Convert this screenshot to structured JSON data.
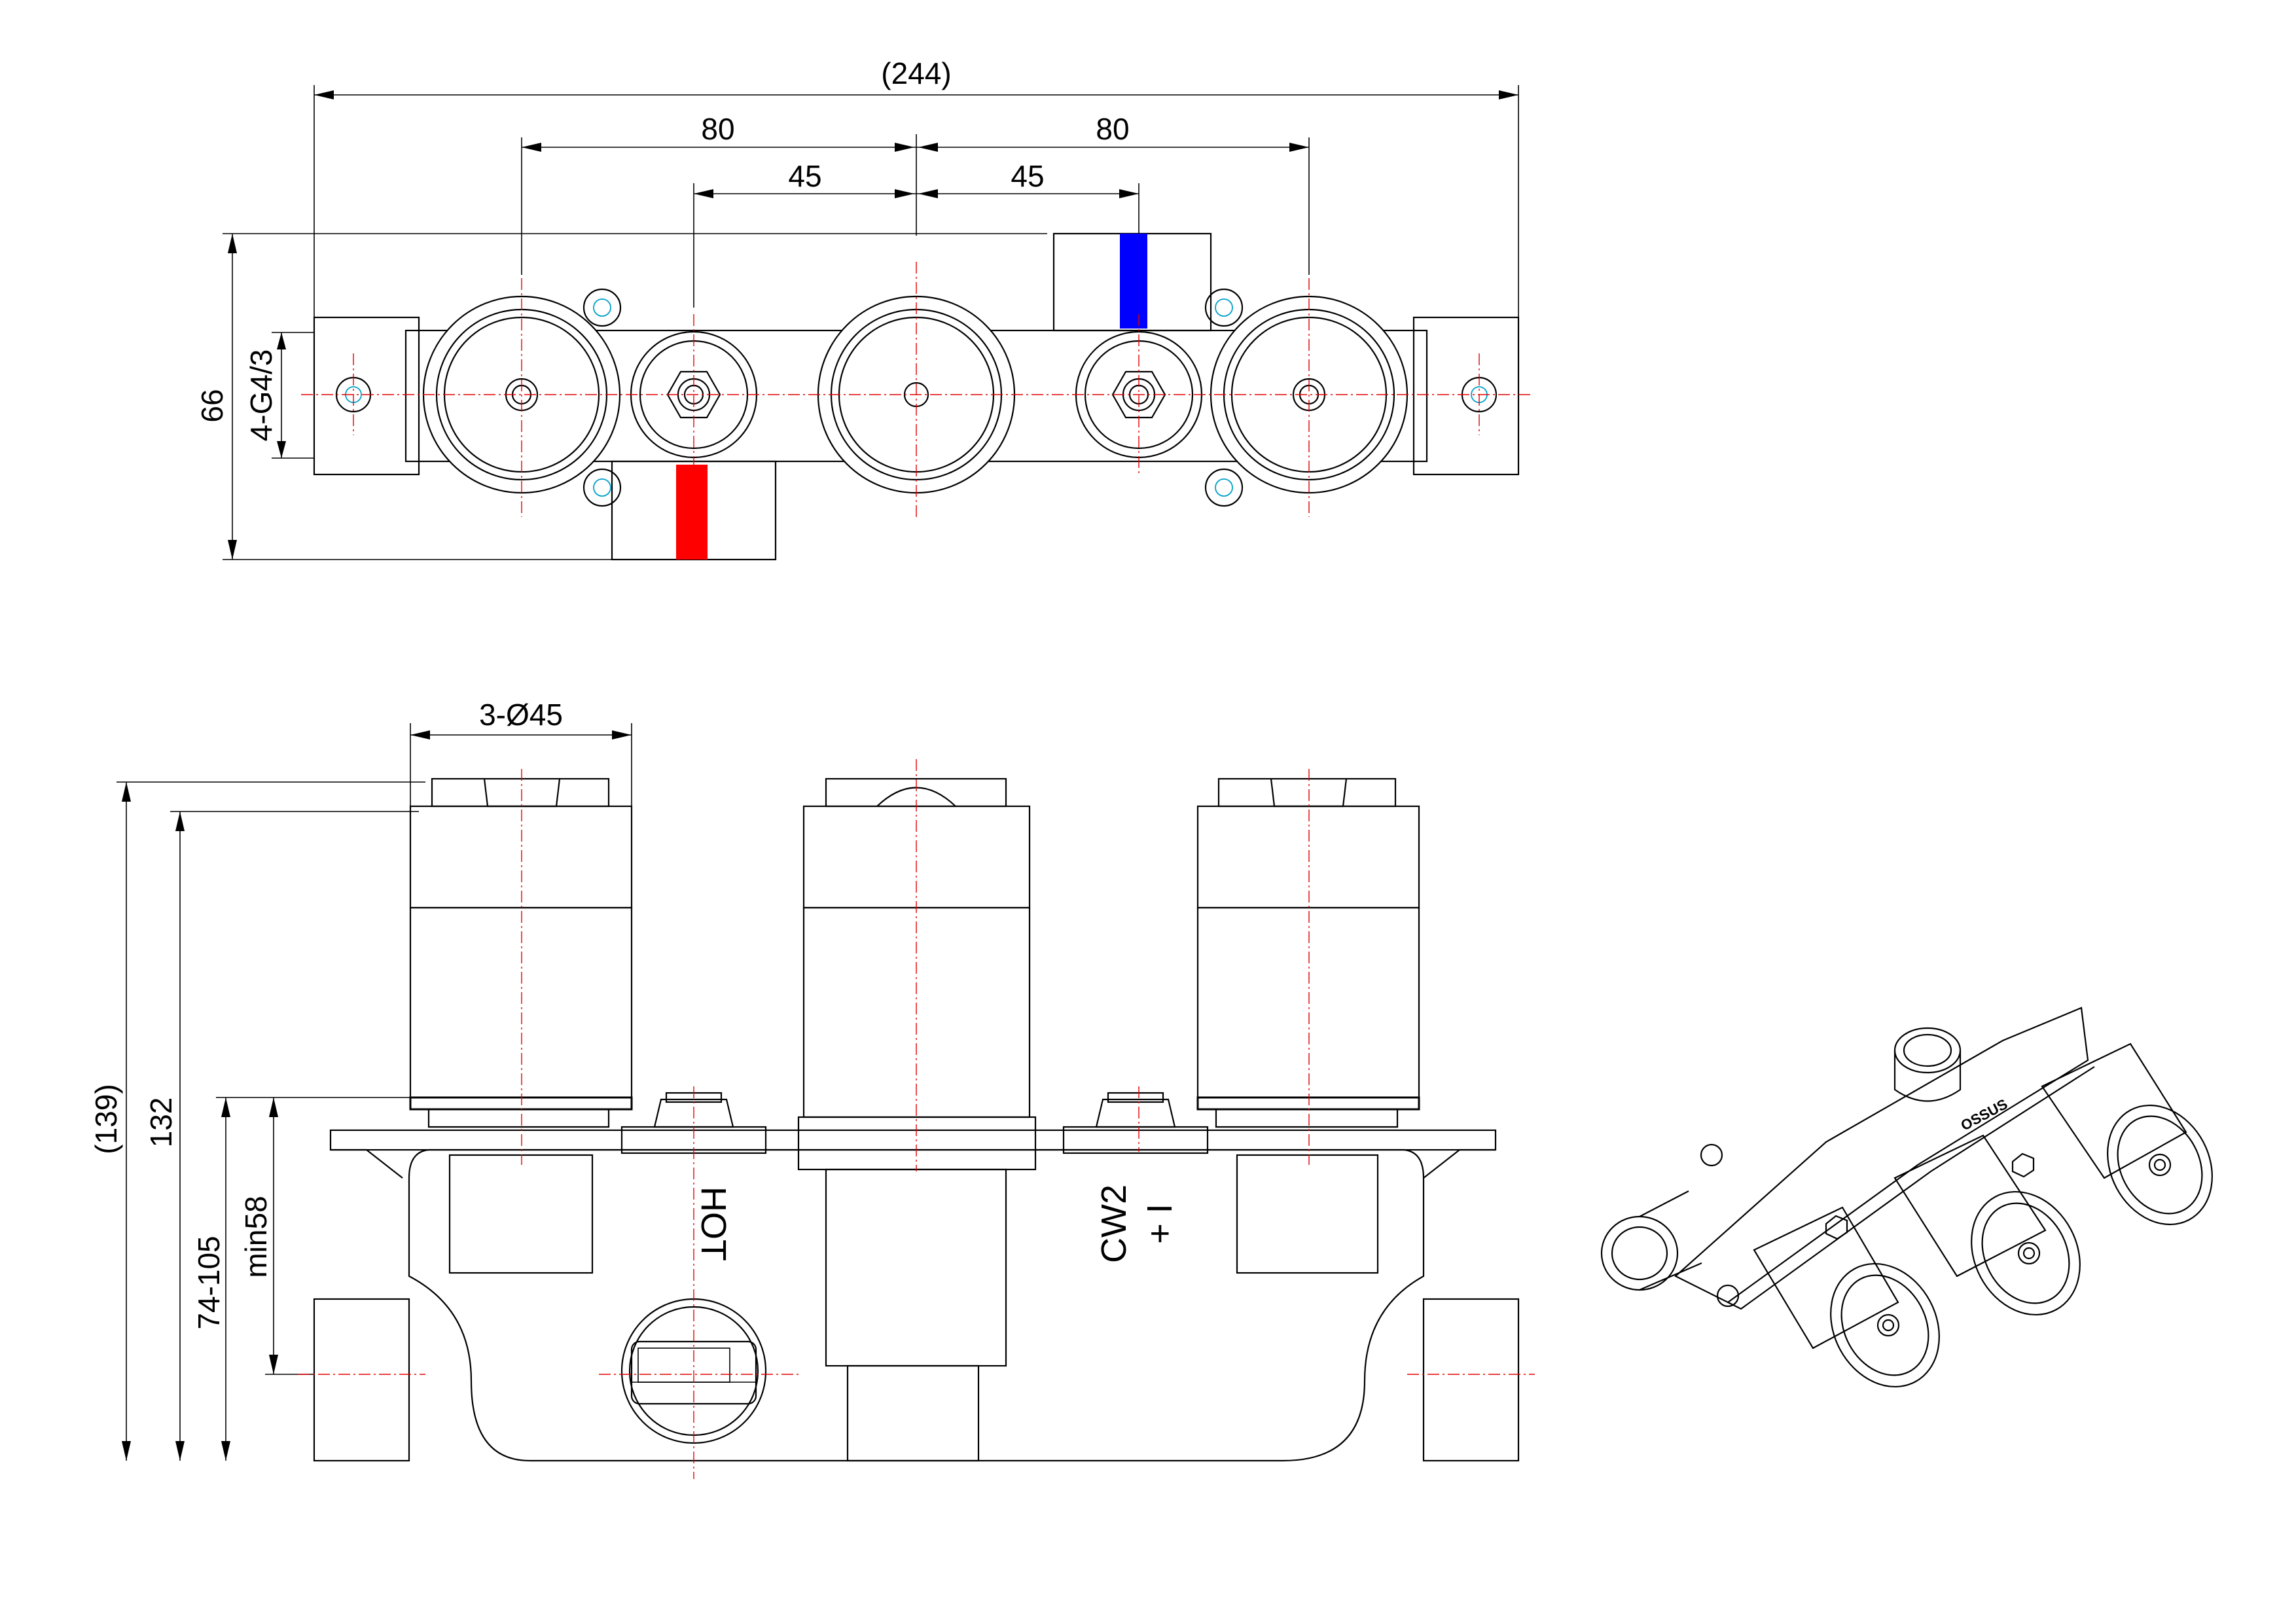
{
  "dimensions": {
    "overall_width": "(244)",
    "outer_spacing_left": "80",
    "outer_spacing_right": "80",
    "inner_spacing_left": "45",
    "inner_spacing_right": "45",
    "depth": "66",
    "thread": "4-G4/3",
    "handle_diameter": "3-Ø45",
    "overall_height": "(139)",
    "height_to_body": "132",
    "install_range": "74-105",
    "min_depth": "min58"
  },
  "markings": {
    "hot": "HOT",
    "cw2": "CW2",
    "plus_minus": "+ I",
    "brand": "OSSUS"
  },
  "colors": {
    "hot_indicator": "#ff0000",
    "cold_indicator": "#0000ff",
    "center_line": "#e00000",
    "mount_hole": "#00a0c8"
  }
}
